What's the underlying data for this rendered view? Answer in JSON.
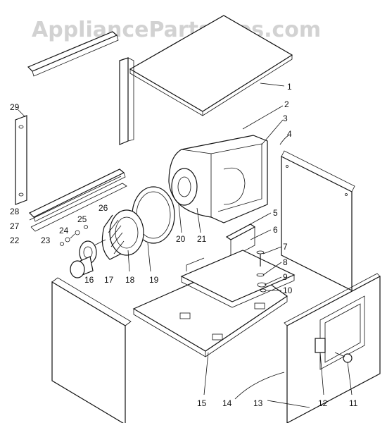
{
  "watermark": "AppliancePartsPros.com",
  "callouts": [
    "1",
    "2",
    "3",
    "4",
    "5",
    "6",
    "7",
    "8",
    "9",
    "10",
    "11",
    "12",
    "13",
    "14",
    "15",
    "16",
    "17",
    "18",
    "19",
    "20",
    "21",
    "22",
    "23",
    "24",
    "25",
    "26",
    "27",
    "28",
    "29"
  ],
  "colors": {
    "background": "#ffffff",
    "line": "#111111",
    "watermark": "#d2d2d2"
  }
}
